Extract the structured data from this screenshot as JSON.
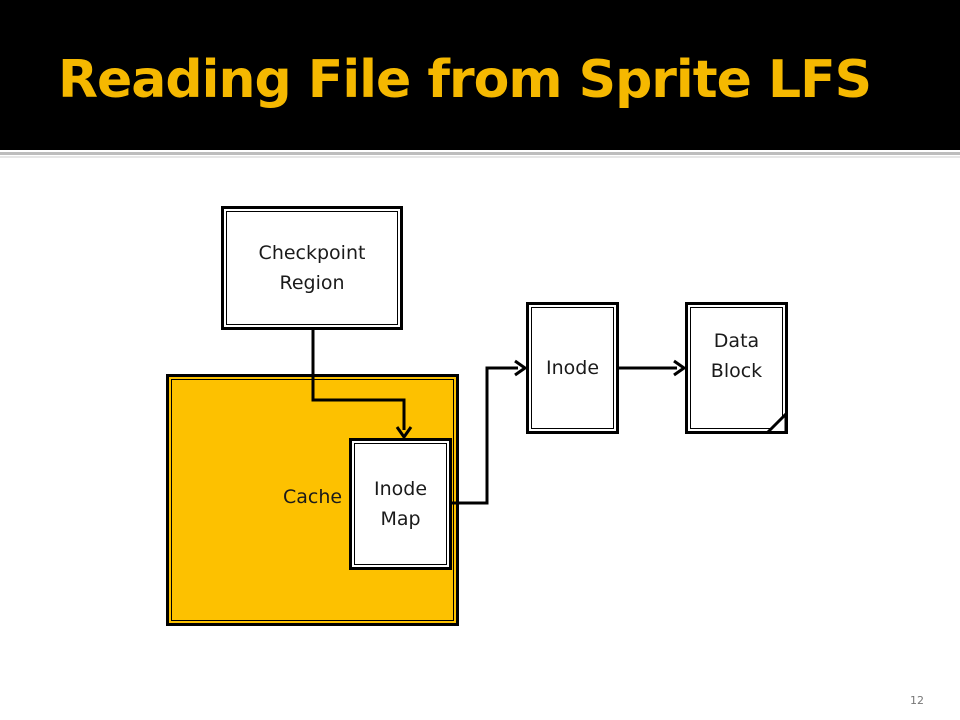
{
  "slide": {
    "title": "Reading File from Sprite LFS",
    "page_number": "12"
  },
  "diagram": {
    "checkpoint_region": "Checkpoint\nRegion",
    "cache": "Cache",
    "inode_map": "Inode\nMap",
    "inode": "Inode",
    "data_block": "Data\nBlock"
  },
  "colors": {
    "title": "#f5b800",
    "title_bar": "#000000",
    "cache_fill": "#fdc100"
  }
}
